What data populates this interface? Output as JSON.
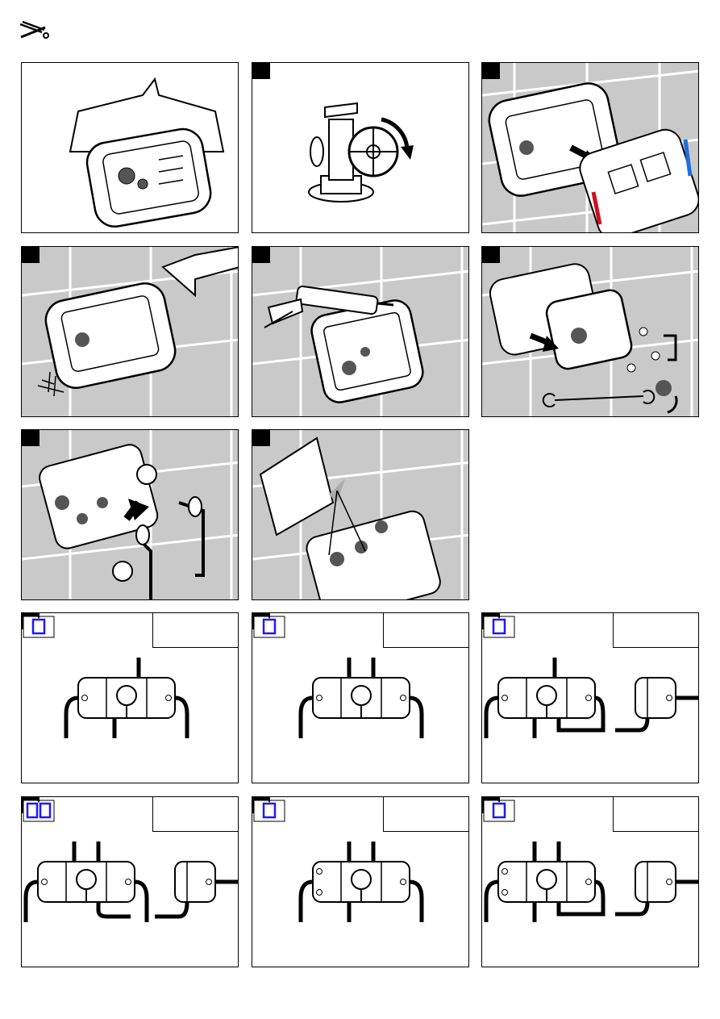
{
  "header": {
    "icon": "wrench-screwdriver-icon"
  },
  "colors": {
    "tile": "#c9c9c9",
    "grout": "#ffffff",
    "outline": "#000000",
    "book_blue": "#1a1aff",
    "hot": "#d0101e",
    "cold": "#1e6fd9"
  },
  "panels": [
    {
      "id": "p1",
      "icon": "mounting-box-icon"
    },
    {
      "id": "p2",
      "icon": "shut-off-valve-icon"
    },
    {
      "id": "p3",
      "icon": "box-cover-icon"
    },
    {
      "id": "p4",
      "icon": "wall-depth-icon"
    },
    {
      "id": "p5",
      "icon": "silicone-gun-icon"
    },
    {
      "id": "p6",
      "icon": "remove-plugs-icon"
    },
    {
      "id": "p7",
      "icon": "insert-plugs-icon"
    },
    {
      "id": "p8",
      "icon": "flush-icon"
    },
    {
      "id": "p9",
      "icon": "connection-diagram-icon"
    },
    {
      "id": "p10",
      "icon": "connection-diagram-icon"
    },
    {
      "id": "p11",
      "icon": "connection-diagram-icon"
    },
    {
      "id": "p12",
      "icon": "connection-diagram-icon"
    },
    {
      "id": "p13",
      "icon": "connection-diagram-icon"
    },
    {
      "id": "p14",
      "icon": "connection-diagram-icon"
    }
  ]
}
